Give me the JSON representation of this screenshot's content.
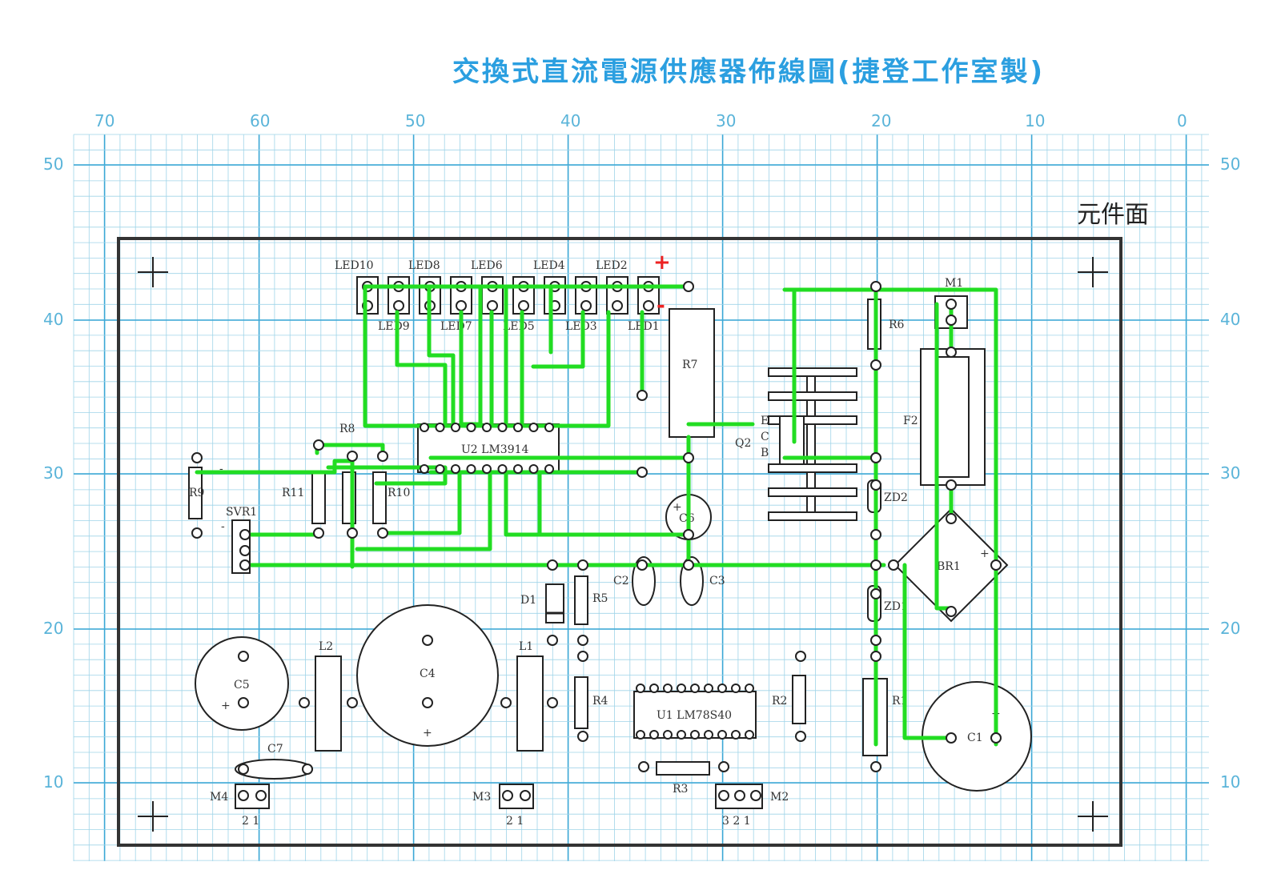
{
  "title": "交換式直流電源供應器佈線圖(捷登工作室製)",
  "side_label": "元件面",
  "x_ticks": [
    "70",
    "60",
    "50",
    "40",
    "30",
    "20",
    "10",
    "0"
  ],
  "y_ticks": [
    "50",
    "40",
    "30",
    "20",
    "10"
  ],
  "parts": {
    "LED10": "LED10",
    "LED8": "LED8",
    "LED6": "LED6",
    "LED4": "LED4",
    "LED2": "LED2",
    "LED9": "LED9",
    "LED7": "LED7",
    "LED5": "LED5",
    "LED3": "LED3",
    "LED1": "LED1",
    "R7": "R7",
    "M1": "M1",
    "R6": "R6",
    "F2": "F2",
    "Q2": "Q2",
    "Q2_E": "E",
    "Q2_C": "C",
    "Q2_B": "B",
    "U2": "U2 LM3914",
    "R8": "R8",
    "R9": "R9",
    "R11": "R11",
    "R10": "R10",
    "SVR1": "SVR1",
    "C6": "C6",
    "ZD2": "ZD2",
    "BR1": "BR1",
    "ZD1": "ZD1",
    "D1": "D1",
    "R5": "R5",
    "C2": "C2",
    "C3": "C3",
    "L2": "L2",
    "C4": "C4",
    "L1": "L1",
    "C5": "C5",
    "R4": "R4",
    "U1": "U1 LM78S40",
    "R2": "R2",
    "R1": "R1",
    "C1": "C1",
    "C7": "C7",
    "R3": "R3",
    "M4": "M4",
    "M3": "M3",
    "M2": "M2",
    "pin12": "2 1",
    "pin123": "3 2 1",
    "plus": "+",
    "minus": "-"
  },
  "colors": {
    "grid_minor": "#9fd4e8",
    "grid_major": "#3aa7d6",
    "trace": "#22dd22",
    "marker": "#ee2222",
    "title": "#2b9fe0"
  }
}
